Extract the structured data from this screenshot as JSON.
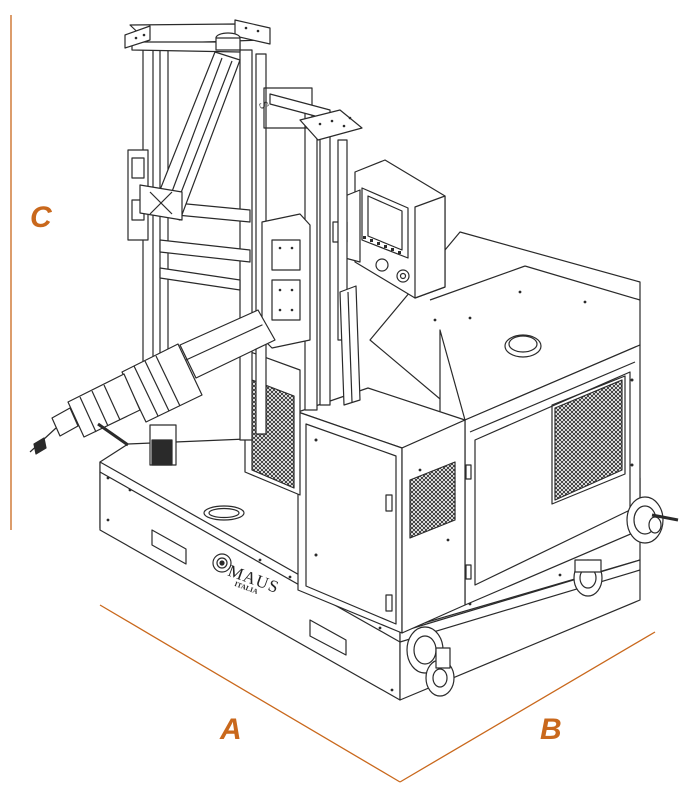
{
  "dimensions": {
    "width_label": "A",
    "depth_label": "B",
    "height_label": "C",
    "dimension_color": "#c9681c"
  },
  "machine": {
    "brand_name": "MAUS",
    "brand_subtext": "ITALIA",
    "panel_text": "S"
  },
  "colors": {
    "line": "#2a2a2a",
    "background": "#ffffff"
  }
}
